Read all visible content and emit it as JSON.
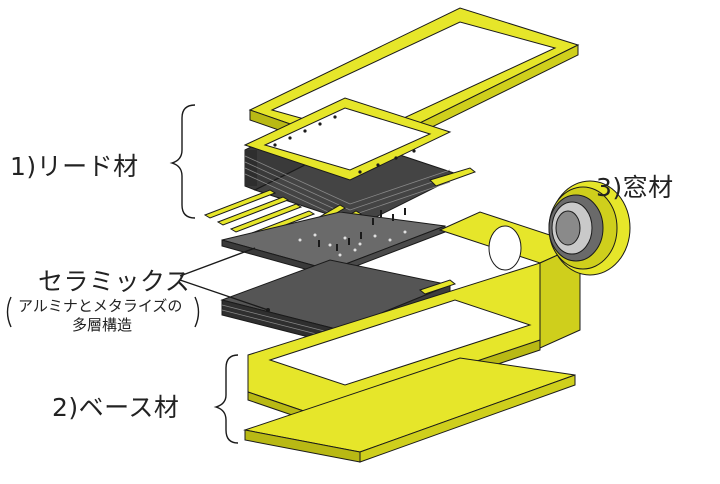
{
  "labels": {
    "lead": "1)リード材",
    "window": "3)窓材",
    "ceramics": "セラミックス",
    "ceramics_sub1": "アルミナとメタライズの",
    "ceramics_sub2": "多層構造",
    "base": "2)ベース材"
  },
  "colors": {
    "yellow": "#e6e62a",
    "yellow_dark": "#b9b914",
    "ceramic_dark": "#3a3a3a",
    "ceramic_light": "#777777",
    "line": "#1a1a1a"
  },
  "icons": [
    "lead-frame-illustration",
    "window-lens-illustration",
    "ceramic-layers-illustration",
    "base-housing-illustration"
  ]
}
